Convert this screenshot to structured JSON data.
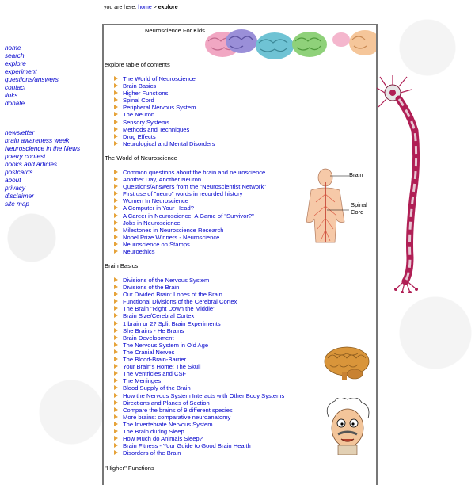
{
  "breadcrumb": {
    "prefix": "you are here:",
    "home": "home",
    "sep": " > ",
    "current": "explore"
  },
  "nav_primary": [
    "home",
    "search",
    "explore",
    "experiment",
    "questions/answers",
    "contact",
    "links",
    "donate"
  ],
  "nav_secondary": [
    "newsletter",
    "brain awareness week",
    "Neuroscience in the News",
    "poetry contest",
    "books and articles",
    "postcards",
    "about",
    "privacy",
    "disclaimer",
    "site map"
  ],
  "site_title": "Neuroscience For Kids",
  "toc": {
    "heading": "explore table of contents",
    "items": [
      "The World of Neuroscience",
      "Brain Basics",
      "Higher Functions",
      "Spinal Cord",
      "Peripheral Nervous System",
      "The Neuron",
      "Sensory Systems",
      "Methods and Techniques",
      "Drug Effects",
      "Neurological and Mental Disorders"
    ]
  },
  "world": {
    "heading": "The World of Neuroscience",
    "items": [
      "Common questions about the brain and neuroscience",
      "Another Day, Another Neuron",
      "Questions/Answers from the \"Neuroscientist Network\"",
      "First use of \"neuro\" words in recorded history",
      "Women In Neuroscience",
      "A Computer in Your Head?",
      "A Career in Neuroscience: A Game of \"Survivor?\"",
      "Jobs in Neuroscience",
      "Milestones in Neuroscience Research",
      "Nobel Prize Winners - Neuroscience",
      "Neuroscience on Stamps",
      "Neuroethics"
    ]
  },
  "body_labels": {
    "brain": "Brain",
    "spinal1": "Spinal",
    "spinal2": "Cord"
  },
  "basics": {
    "heading": "Brain Basics",
    "items": [
      "Divisions of the Nervous System",
      "Divisions of the Brain",
      "Our Divided Brain: Lobes of the Brain",
      "Functional Divisions of the Cerebral Cortex",
      "The Brain \"Right Down the Middle\"",
      "Brain Size/Cerebral Cortex",
      "1 brain or 2? Split Brain Experiments",
      "She Brains - He Brains",
      "Brain Development",
      "The Nervous System in Old Age",
      "The Cranial Nerves",
      "The Blood-Brain-Barrier",
      "Your Brain's Home: The Skull",
      "The Ventricles and CSF",
      "The Meninges",
      "Blood Supply of the Brain",
      "How the Nervous System Interacts with Other Body Systems",
      "Directions and Planes of Section",
      "Compare the brains of 9 different species",
      "More brains: comparative neuroanatomy",
      "The Invertebrate Nervous System",
      "The Brain during Sleep",
      "How Much do Animals Sleep?",
      "Brain Fitness - Your Guide to Good Brain Health",
      "Disorders of the Brain"
    ]
  },
  "higher": {
    "heading": "\"Higher\" Functions"
  },
  "colors": {
    "link": "#0000cc",
    "bullet": "#e6a33a",
    "panel_border": "#777777"
  }
}
